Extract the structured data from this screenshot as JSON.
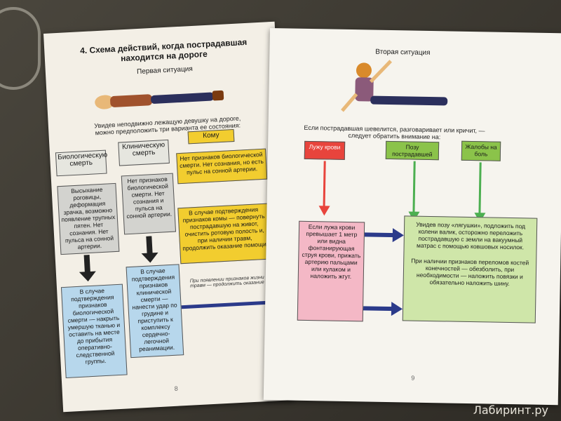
{
  "left_page": {
    "title_line1": "4. Схема действий, когда пострадавшая",
    "title_line2": "находится на дороге",
    "situation": "Первая ситуация",
    "intro_line1": "Увидев неподвижно лежащую девушку на дороге,",
    "intro_line2": "можно предположить три варианта ее состояния:",
    "headers": [
      "Биологическую смерть",
      "Клиническую смерть",
      "Кому"
    ],
    "col1_signs": "Высыхание роговицы, деформация зрачка, возможно появление трупных пятен. Нет сознания. Нет пульса на сонной артерии.",
    "col2_signs": "Нет признаков биологической смерти. Нет сознания и пульса на сонной артерии.",
    "col3_signs": "Нет признаков биологической смерти. Нет сознания, но есть пульс на сонной артерии.",
    "col3_action": "В случае подтверждения признаков комы — повернуть пострадавшую на живот, очистить ротовую полость и, при наличии травм, продолжить оказание помощи.",
    "col1_action": "В случае подтверждения признаков биологической смерти — накрыть умершую тканью и оставить на месте до прибытия оперативно-следственной группы.",
    "col2_action": "В случае подтверждения признаков клинической смерти — нанести удар по грудине и приступить к комплексу сердечно-легочной реанимации.",
    "arrow_note": "При появлении признаков жизни и наличии травм — продолжить оказание помощи.",
    "page_number": "8"
  },
  "right_page": {
    "situation": "Вторая ситуация",
    "intro_line1": "Если пострадавшая шевелится, разговаривает или кричит, —",
    "intro_line2": "следует обратить внимание на:",
    "headers": [
      "Лужу крови",
      "Позу пострадавшей",
      "Жалобы на боль"
    ],
    "blood_action": "Если лужа крови превышает 1 метр или видна фонтанирующая струя крови, прижать артерию пальцами или кулаком и наложить жгут.",
    "pose_action": "Увидев позу «лягушки», подложить под колени валик, осторожно переложить пострадавшую с земли на вакуумный матрас с помощью ковшовых носилок.",
    "pain_action": "При наличии признаков переломов костей конечностей — обезболить, при необходимости — наложить повязки и обязательно наложить шину.",
    "page_number": "9"
  },
  "watermark": "Лабиринт.ру",
  "colors": {
    "yellow": "#f2cd2f",
    "blue": "#b7d7ec",
    "pink": "#f4b8c6",
    "green": "#cfe6a9",
    "red": "#e8443c",
    "gray": "#d3d3cf"
  }
}
